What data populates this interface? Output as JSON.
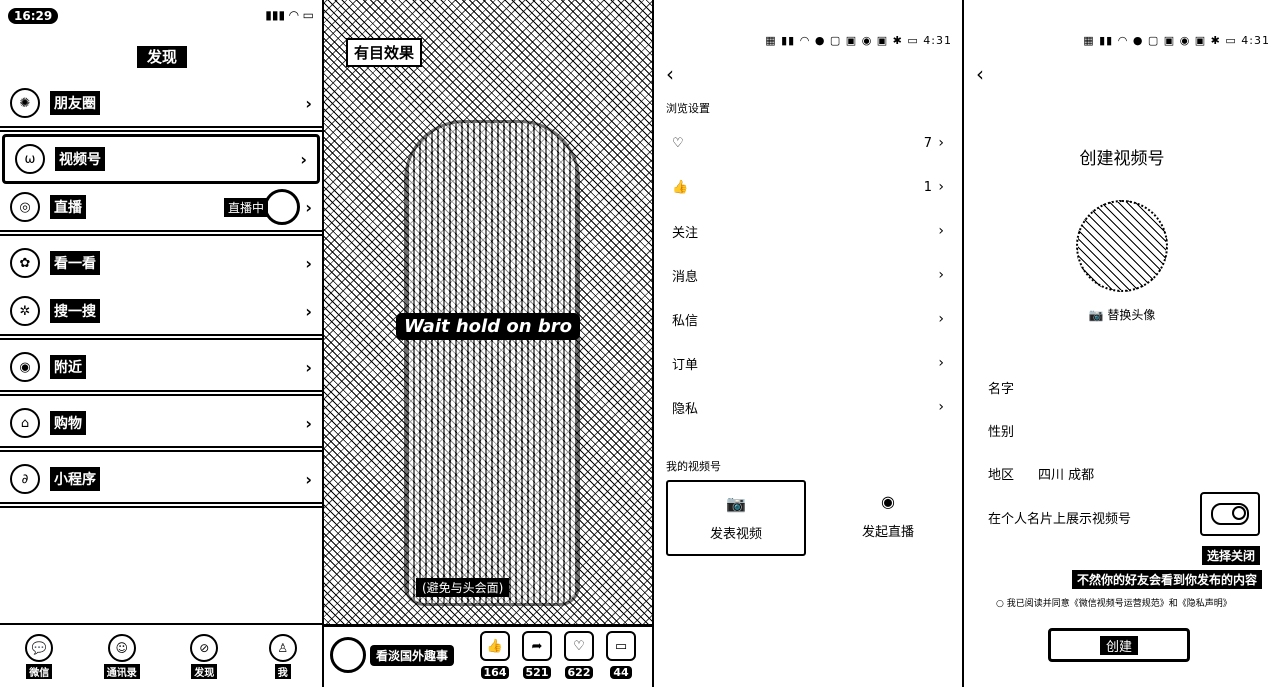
{
  "panel1": {
    "status_time": "16:29",
    "title": "发现",
    "items": [
      {
        "label": "朋友圈",
        "icon": "camera-aperture-icon"
      },
      {
        "label": "视频号",
        "icon": "channels-icon"
      },
      {
        "label": "直播",
        "icon": "live-icon",
        "badge": "直播中"
      },
      {
        "label": "看一看",
        "icon": "look-icon"
      },
      {
        "label": "搜一搜",
        "icon": "search-star-icon"
      },
      {
        "label": "附近",
        "icon": "nearby-icon"
      },
      {
        "label": "购物",
        "icon": "shopping-icon"
      },
      {
        "label": "小程序",
        "icon": "mini-program-icon"
      }
    ],
    "tabs": [
      {
        "label": "微信",
        "icon": "chat-icon"
      },
      {
        "label": "通讯录",
        "icon": "contacts-icon"
      },
      {
        "label": "发现",
        "icon": "compass-icon"
      },
      {
        "label": "我",
        "icon": "me-icon"
      }
    ]
  },
  "panel2": {
    "top_text": "有目效果",
    "caption": "Wait hold on bro",
    "subcaption": "(避免与头会面)",
    "account_name": "看淡国外趣事",
    "actions": [
      {
        "icon": "thumb-up-icon",
        "count": "164"
      },
      {
        "icon": "share-icon",
        "count": "521"
      },
      {
        "icon": "heart-icon",
        "count": "622"
      },
      {
        "icon": "comment-icon",
        "count": "44"
      }
    ]
  },
  "panel3": {
    "status": "4:31",
    "section1": "浏览设置",
    "rows": [
      {
        "icon": "heart-icon",
        "label": "",
        "value": "7"
      },
      {
        "icon": "thumb-up-icon",
        "label": "",
        "value": "1"
      },
      {
        "label": "关注",
        "value": ""
      },
      {
        "label": "消息",
        "value": ""
      },
      {
        "label": "私信",
        "value": ""
      },
      {
        "label": "订单",
        "value": ""
      },
      {
        "label": "隐私",
        "value": ""
      }
    ],
    "section2": "我的视频号",
    "publish_label": "发表视频",
    "live_label": "发起直播"
  },
  "panel4": {
    "status": "4:31",
    "title": "创建视频号",
    "change_avatar": "替换头像",
    "name_label": "名字",
    "gender_label": "性别",
    "region_label": "地区",
    "region_value": "四川 成都",
    "show_label": "在个人名片上展示视频号",
    "tip1": "选择关闭",
    "tip2": "不然你的好友会看到你发布的内容",
    "agree": "我已阅读并同意《微信视频号运营规范》和《隐私声明》",
    "create_button": "创建"
  }
}
